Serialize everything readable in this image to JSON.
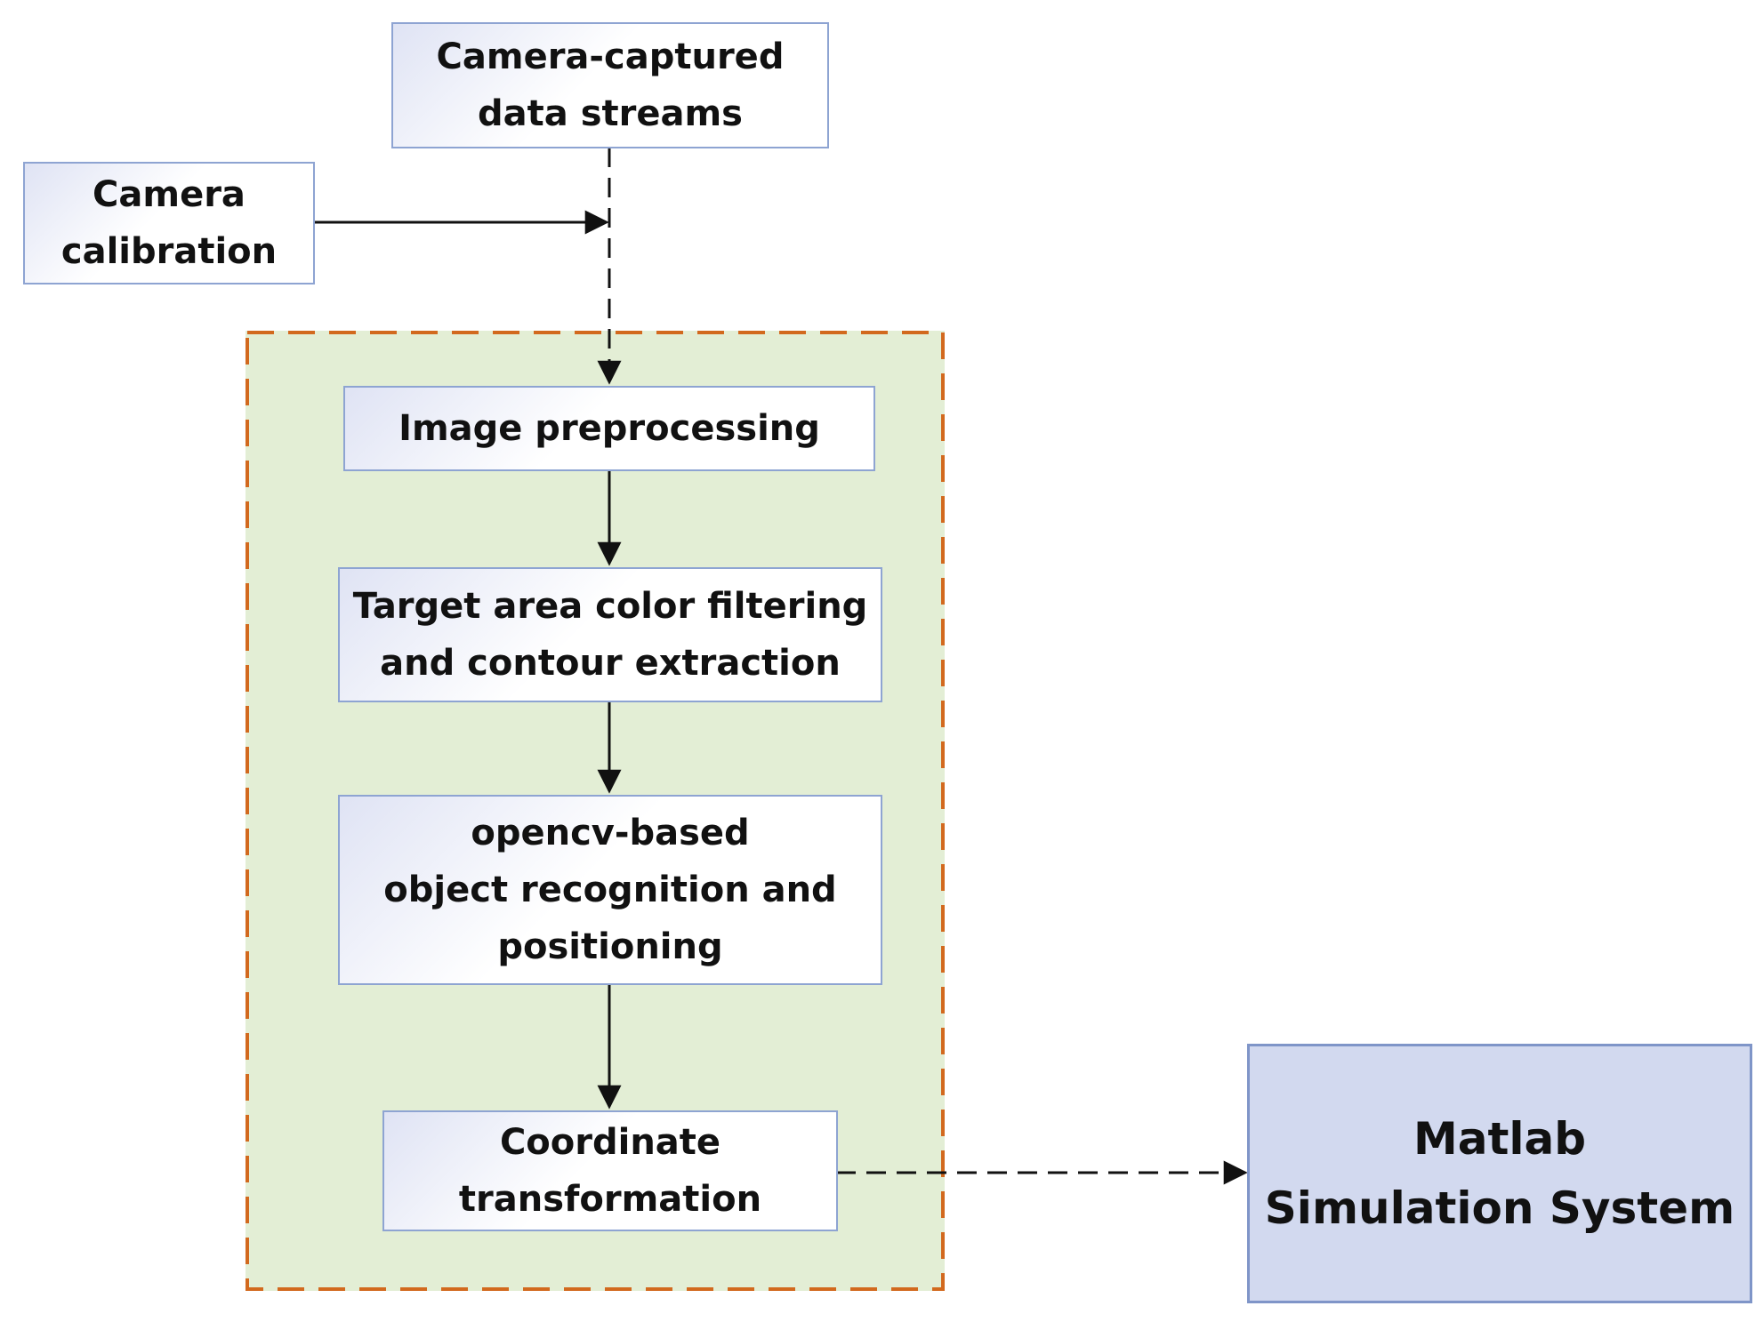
{
  "diagram": {
    "nodes": {
      "camera_streams": "Camera-captured\ndata streams",
      "camera_calibration": "Camera\ncalibration",
      "image_preprocessing": "Image preprocessing",
      "color_filtering": "Target area color filtering\nand contour extraction",
      "object_recognition": "opencv-based\nobject recognition and\npositioning",
      "coordinate_transformation": "Coordinate\ntransformation",
      "matlab_system": "Matlab\nSimulation System"
    },
    "edges": [
      {
        "from": "camera_streams",
        "to": "image_preprocessing",
        "style": "dashed"
      },
      {
        "from": "camera_calibration",
        "to": "camera_streams-link",
        "style": "solid"
      },
      {
        "from": "image_preprocessing",
        "to": "color_filtering",
        "style": "solid"
      },
      {
        "from": "color_filtering",
        "to": "object_recognition",
        "style": "solid"
      },
      {
        "from": "object_recognition",
        "to": "coordinate_transformation",
        "style": "solid"
      },
      {
        "from": "coordinate_transformation",
        "to": "matlab_system",
        "style": "dashed"
      }
    ],
    "colors": {
      "group_fill": "#e3eed5",
      "group_border": "#d2691e",
      "node_border": "#8ea4d2",
      "matlab_fill": "#d2d9ef"
    }
  }
}
